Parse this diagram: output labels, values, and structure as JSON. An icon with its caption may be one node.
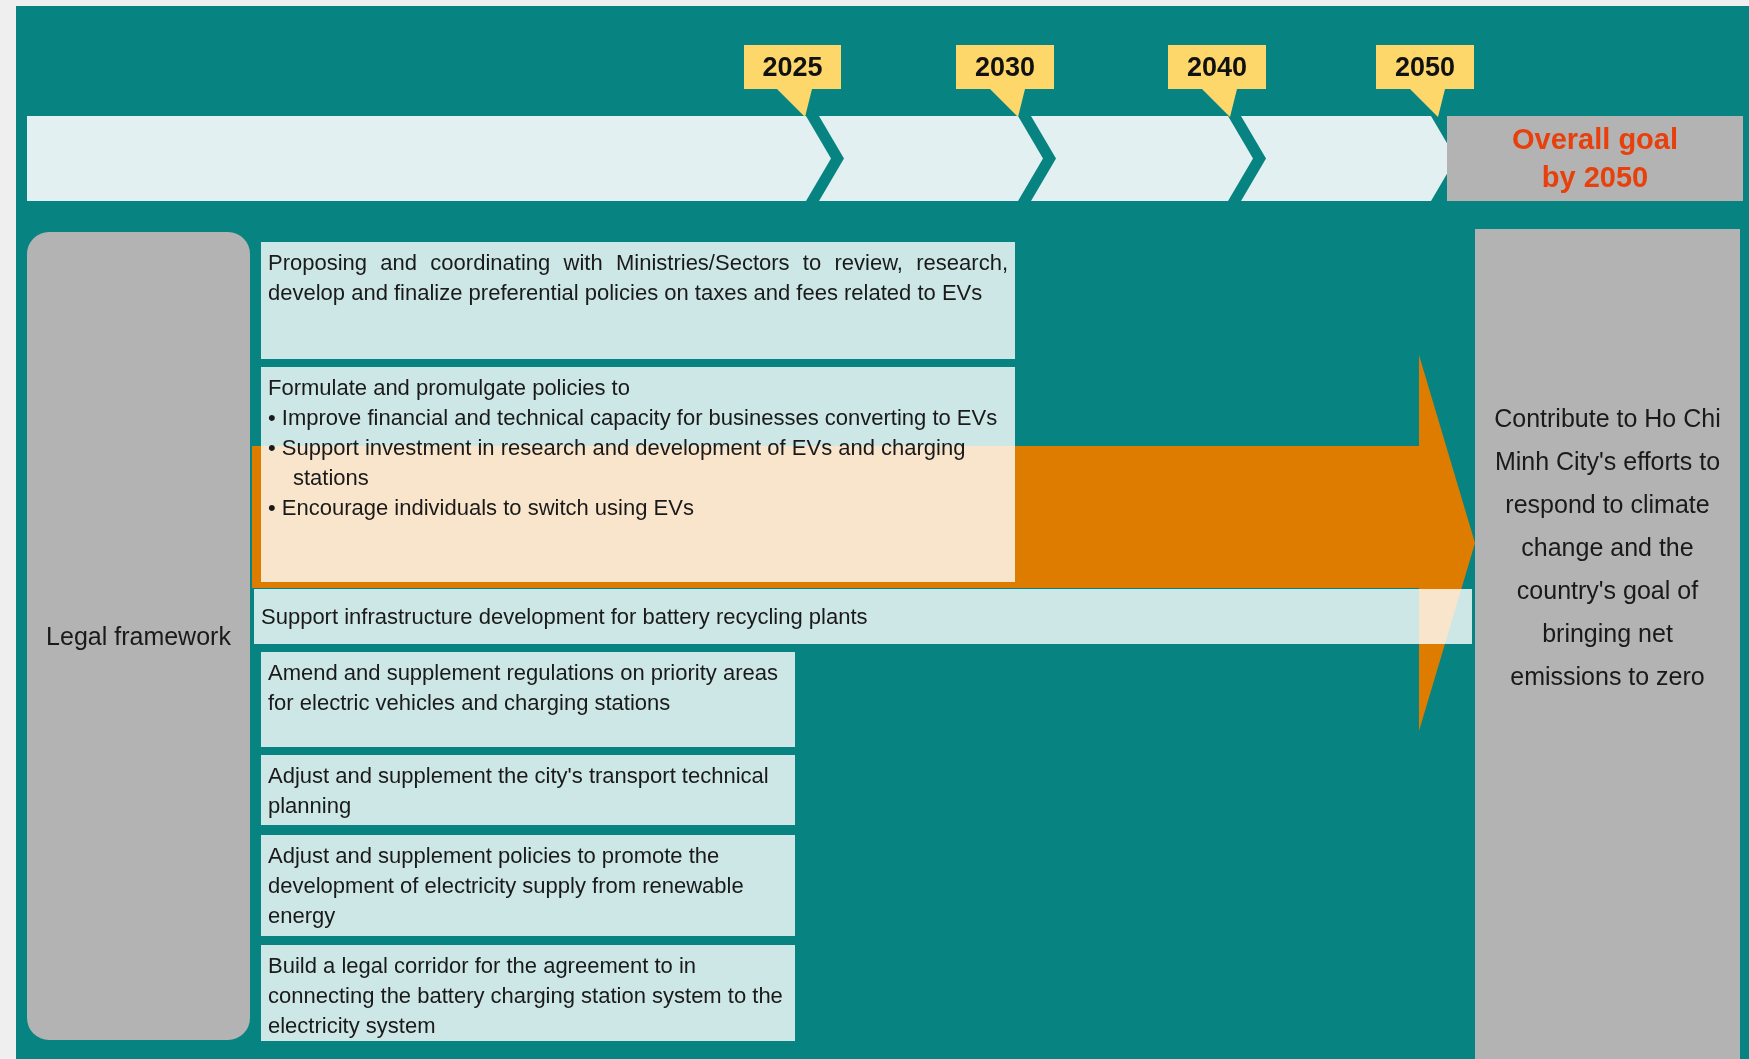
{
  "diagram": {
    "nodes": [
      {
        "text": [
          "2025"
        ]
      },
      {
        "text": [
          "2030"
        ]
      },
      {
        "text": [
          "2040"
        ]
      },
      {
        "text": [
          "2050"
        ]
      },
      {
        "text": [
          "Overall goal by 2050"
        ]
      },
      {
        "text": [
          "Legal framework"
        ]
      },
      {
        "text": [
          "Proposing and coordinating with Ministries/Sectors to review, research, develop and finalize preferential policies on taxes and fees related to EVs"
        ]
      },
      {
        "text": [
          "Formulate and promulgate policies to",
          "• Improve financial and technical capacity for businesses converting to EVs",
          "• Support investment in research and development of EVs and charging stations",
          "• Encourage individuals to switch using EVs"
        ]
      },
      {
        "text": [
          "Support infrastructure development for battery recycling plants"
        ]
      },
      {
        "text": [
          "Amend and supplement regulations on priority areas for electric vehicles and charging stations"
        ]
      },
      {
        "text": [
          "Adjust and supplement the city's transport technical planning"
        ]
      },
      {
        "text": [
          "Adjust and supplement policies to promote the development of electricity supply from renewable energy"
        ]
      },
      {
        "text": [
          "Build a legal corridor for the agreement to in connecting the battery charging station system to the electricity system"
        ]
      },
      {
        "text": [
          "Contribute to Ho Chi Minh City's efforts to respond to climate change and the country's goal of bringing net emissions to zero"
        ]
      }
    ]
  }
}
